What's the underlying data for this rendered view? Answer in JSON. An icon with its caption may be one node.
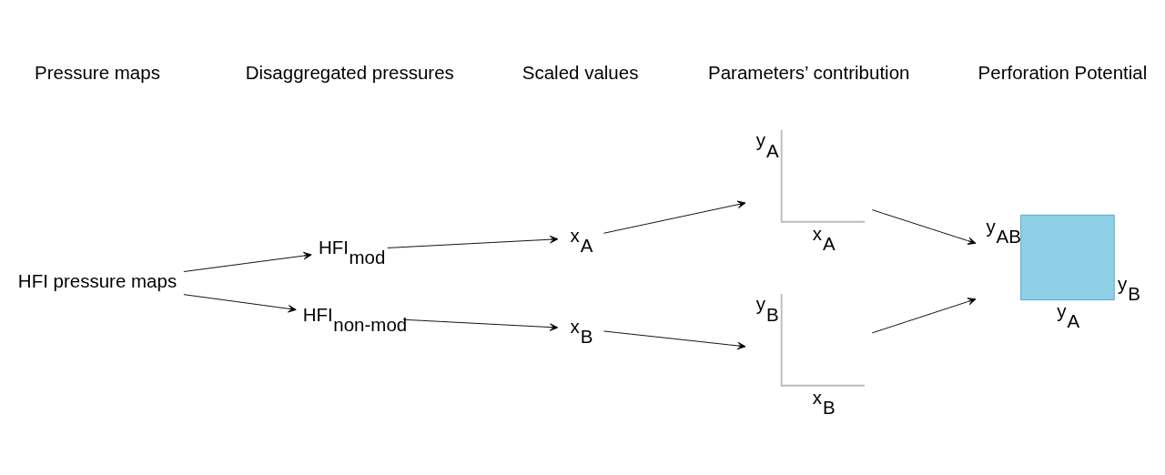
{
  "diagram": {
    "nodes": [
      {
        "text": [
          "HFI pressure maps"
        ]
      },
      {
        "text": [
          "HFI$_{mod}$"
        ]
      },
      {
        "text": [
          "HFI$_{non-mod}$"
        ]
      },
      {
        "text": [
          "x$_{A}$"
        ]
      },
      {
        "text": [
          "x$_{B}$"
        ]
      },
      {
        "text": [
          "y$_{A}$",
          "x$_{A}$"
        ]
      },
      {
        "text": [
          "y$_{B}$",
          "x$_{B}$"
        ]
      },
      {
        "text": [
          "y$_{AB}$",
          "y$_{B}$",
          "y$_{A}$"
        ]
      }
    ],
    "edges": [
      {
        "from": 0,
        "to": 1,
        "arrow": "to"
      },
      {
        "from": 0,
        "to": 2,
        "arrow": "to"
      },
      {
        "from": 1,
        "to": 3,
        "arrow": "to"
      },
      {
        "from": 2,
        "to": 4,
        "arrow": "to"
      },
      {
        "from": 3,
        "to": 5,
        "arrow": "to"
      },
      {
        "from": 4,
        "to": 6,
        "arrow": "to"
      },
      {
        "from": 5,
        "to": 7,
        "arrow": "to"
      },
      {
        "from": 6,
        "to": 7,
        "arrow": "to"
      }
    ],
    "labels": [
      "Pressure maps",
      "Disaggregated pressures",
      "Scaled values",
      "Parameters’ contribution",
      "Perforation Potential"
    ]
  }
}
